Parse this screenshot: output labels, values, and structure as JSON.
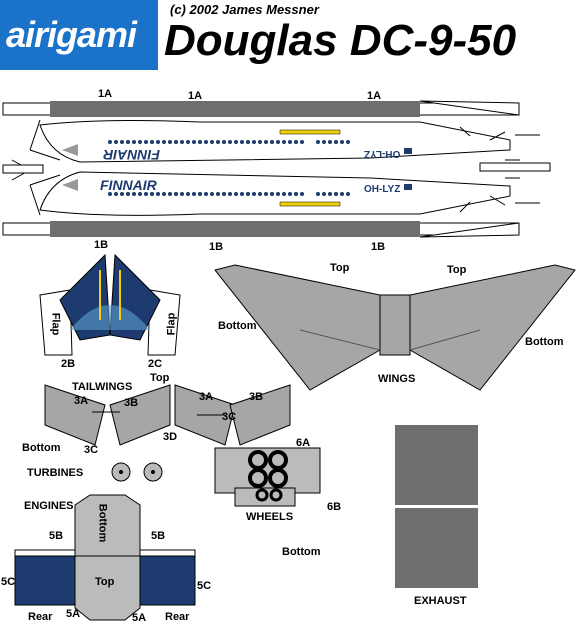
{
  "header": {
    "logo_text": "airigami",
    "copyright": "(c) 2002 James Messner",
    "title": "Douglas DC-9-50"
  },
  "fuselage": {
    "label_top": [
      "1A",
      "1A",
      "1A"
    ],
    "label_bottom": [
      "1B",
      "1B",
      "1B"
    ],
    "airline_top": "FINNAIR",
    "airline_bottom": "FINNAIR",
    "reg_top": "OH-LYZ",
    "reg_bottom": "OH-LYZ"
  },
  "tail": {
    "flap_left": "Flap",
    "flap_right": "Flap",
    "part_left": "2B",
    "part_right": "2C"
  },
  "wings": {
    "top_left": "Top",
    "top_right": "Top",
    "bottom_left": "Bottom",
    "bottom_right": "Bottom",
    "caption": "WINGS"
  },
  "tailwings": {
    "caption": "TAILWINGS",
    "top": "Top",
    "bottom": "Bottom",
    "a_left": "3A",
    "b_left": "3B",
    "a_right": "3A",
    "b_right": "3B",
    "c_left": "3C",
    "c_right": "3C",
    "d": "3D"
  },
  "turbines": {
    "caption": "TURBINES"
  },
  "wheels": {
    "caption": "WHEELS",
    "a": "6A",
    "b": "6B"
  },
  "engines": {
    "caption": "ENGINES",
    "bottom": "Bottom",
    "top": "Top",
    "b_left": "5B",
    "b_right": "5B",
    "c_left": "5C",
    "c_right": "5C",
    "a_left": "5A",
    "a_right": "5A",
    "rear_left": "Rear",
    "rear_right": "Rear"
  },
  "misc": {
    "bottom": "Bottom",
    "exhaust": "EXHAUST"
  },
  "colors": {
    "blue": "#1a73c8",
    "navy": "#1d3b6e",
    "gray": "#a6a6a6",
    "dark": "#6e6e6e"
  }
}
